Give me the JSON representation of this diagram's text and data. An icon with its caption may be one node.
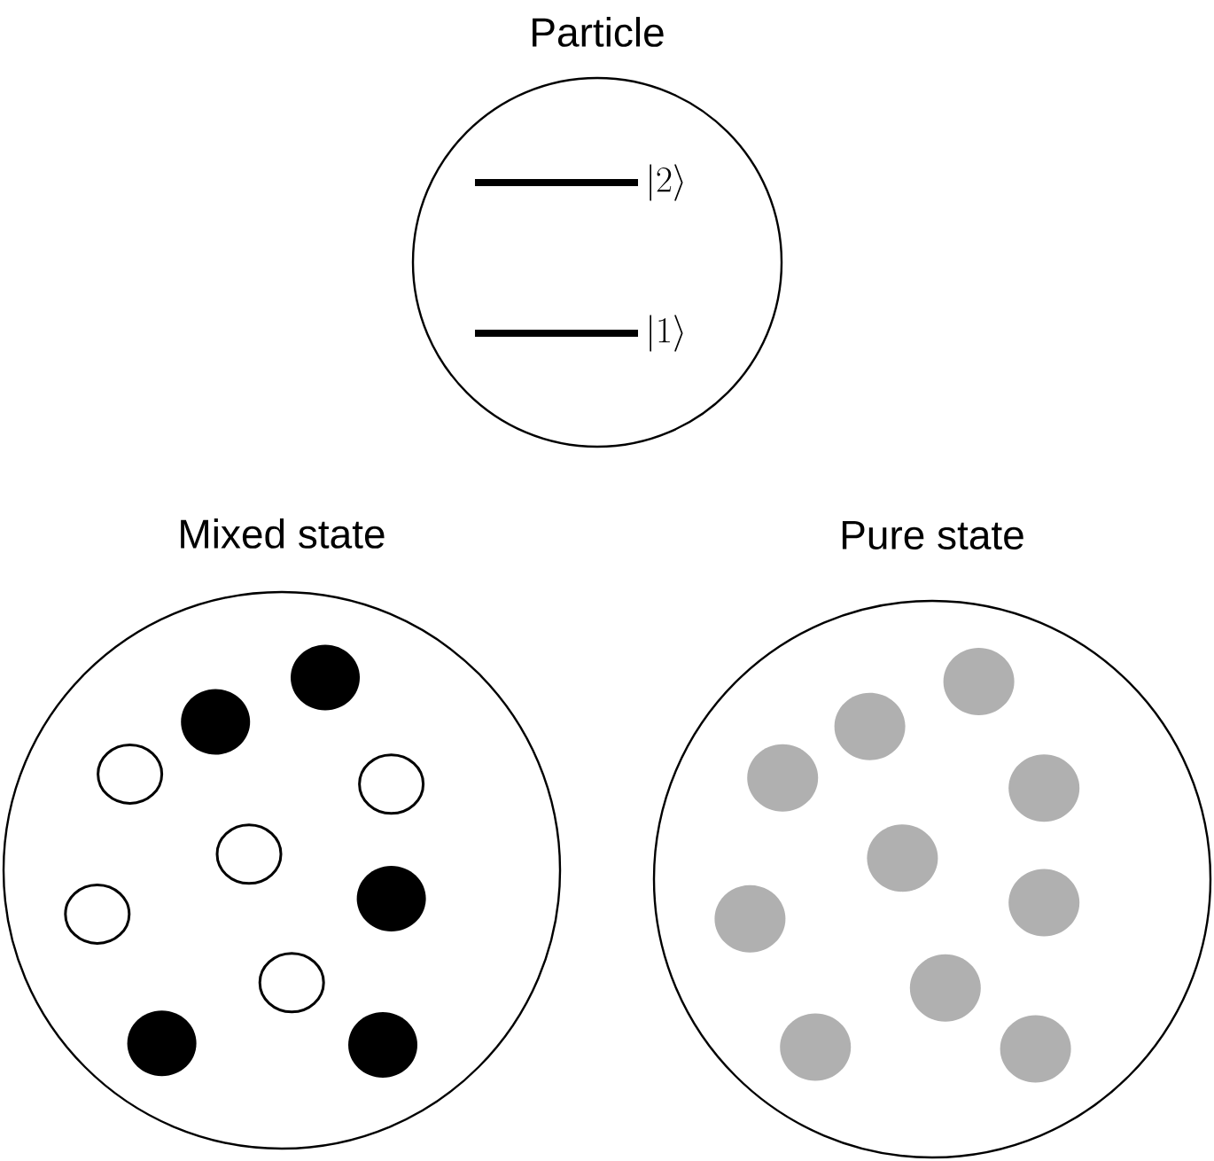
{
  "diagram": {
    "nodes": [
      {
        "text": [
          "Particle",
          "|2\\rangle",
          "|1\\rangle"
        ]
      },
      {
        "text": [
          "Mixed state"
        ]
      },
      {
        "text": [
          "Pure state"
        ]
      }
    ]
  }
}
